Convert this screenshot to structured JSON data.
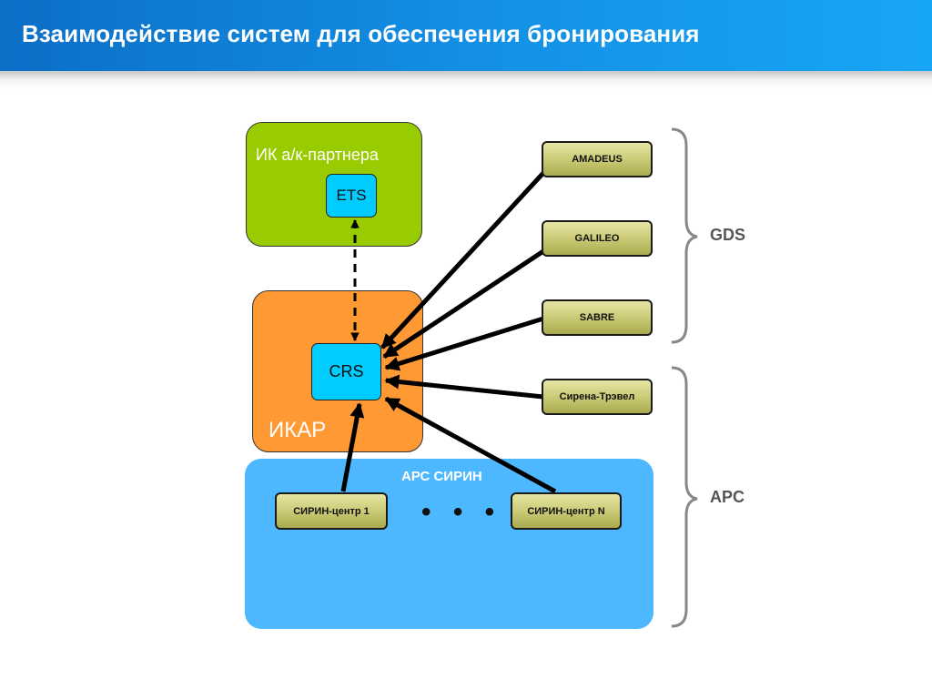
{
  "header": {
    "title": "Взаимодействие систем для обеспечения бронирования",
    "color": "#1492e6"
  },
  "diagram": {
    "zones": {
      "partner": {
        "label": "ИК а/к-партнера",
        "color": "#99cc00"
      },
      "ikar": {
        "label": "ИКАР",
        "color": "#ff9933"
      },
      "arc": {
        "label": "АРС СИРИН",
        "color": "#4db8ff"
      }
    },
    "systems": {
      "ets": "ETS",
      "crs": "CRS"
    },
    "nodes": {
      "amadeus": "AMADEUS",
      "galileo": "GALILEO",
      "sabre": "SABRE",
      "sirena": "Сирена-Трэвел",
      "sirin1": "СИРИН-центр 1",
      "sirinN": "СИРИН-центр N"
    },
    "ellipsis": "• • •",
    "groups": {
      "gds": "GDS",
      "apc": "APC"
    }
  }
}
